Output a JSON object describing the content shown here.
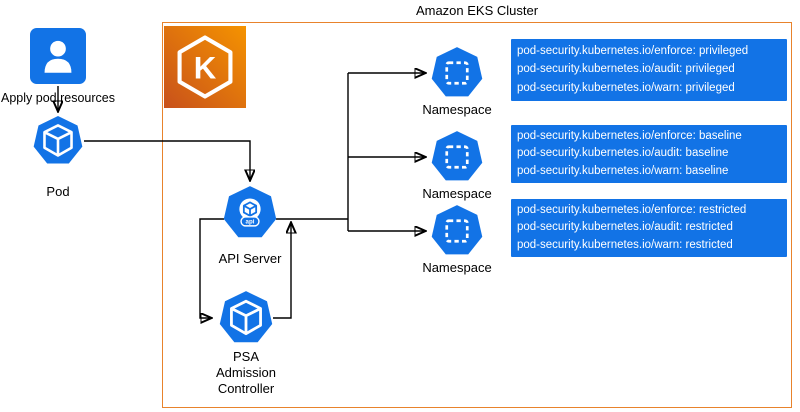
{
  "title": "Amazon EKS Cluster",
  "user": {
    "label": "Apply pod resources"
  },
  "pod": {
    "label": "Pod"
  },
  "api_server": {
    "label": "API Server",
    "icon_text": "api"
  },
  "psa": {
    "lines": [
      "PSA",
      "Admission",
      "Controller"
    ]
  },
  "eks_logo_letter": "K",
  "namespaces": [
    {
      "label": "Namespace",
      "policies": [
        "pod-security.kubernetes.io/enforce: privileged",
        "pod-security.kubernetes.io/audit: privileged",
        "pod-security.kubernetes.io/warn: privileged"
      ]
    },
    {
      "label": "Namespace",
      "policies": [
        "pod-security.kubernetes.io/enforce: baseline",
        "pod-security.kubernetes.io/audit: baseline",
        "pod-security.kubernetes.io/warn: baseline"
      ]
    },
    {
      "label": "Namespace",
      "policies": [
        "pod-security.kubernetes.io/enforce: restricted",
        "pod-security.kubernetes.io/audit: restricted",
        "pod-security.kubernetes.io/warn: restricted"
      ]
    }
  ],
  "icons": {
    "user": "user-icon",
    "eks": "amazon-eks-logo",
    "pod": "kubernetes-pod-icon",
    "api_server": "kubernetes-api-server-icon",
    "psa": "kubernetes-cube-icon",
    "namespace": "kubernetes-namespace-icon"
  },
  "colors": {
    "kubernetes_blue": "#1273E6",
    "policy_box_blue": "#1273E6",
    "cluster_border_orange": "#E8832C",
    "eks_gradient_start": "#C8511B",
    "eks_gradient_end": "#F59300",
    "arrow_black": "#000000"
  }
}
